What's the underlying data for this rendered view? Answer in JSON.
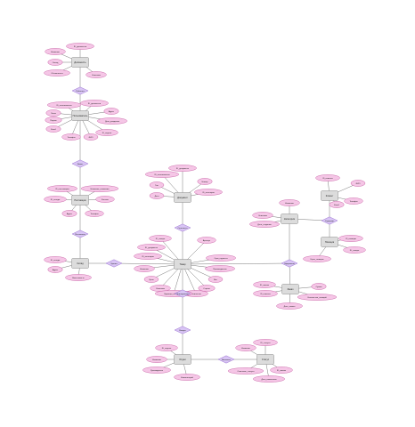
{
  "entities": [
    {
      "id": "e_empl",
      "label": "Должность"
    },
    {
      "id": "e_user",
      "label": "Пользователь"
    },
    {
      "id": "e_prov",
      "label": "Поставщик"
    },
    {
      "id": "e_sklad",
      "label": "Склад"
    },
    {
      "id": "e_tovar",
      "label": "Товар"
    },
    {
      "id": "e_doc",
      "label": "Документ"
    },
    {
      "id": "e_kat",
      "label": "Категория"
    },
    {
      "id": "e_klient",
      "label": "Клиент"
    },
    {
      "id": "e_zakaz",
      "label": "Заказ"
    },
    {
      "id": "e_pos",
      "label": "Позиция"
    },
    {
      "id": "e_otd",
      "label": "Отдел"
    },
    {
      "id": "e_stat",
      "label": "Статус"
    }
  ],
  "relations": [
    {
      "id": "r1",
      "label": "Работает"
    },
    {
      "id": "r2",
      "label": "Имеет"
    },
    {
      "id": "r3",
      "label": "Поставляет"
    },
    {
      "id": "r4",
      "label": "Хранит"
    },
    {
      "id": "r5",
      "label": "Относится"
    },
    {
      "id": "r6",
      "label": "Оформляет"
    },
    {
      "id": "r7",
      "label": "Содержит"
    },
    {
      "id": "r8",
      "label": "Входит"
    },
    {
      "id": "r9",
      "label": "Включает"
    },
    {
      "id": "r10",
      "label": "Принадлежит"
    }
  ],
  "attributes": [
    {
      "id": "a1",
      "label": "ID_должности"
    },
    {
      "id": "a2",
      "label": "Название"
    },
    {
      "id": "a3",
      "label": "Оклад"
    },
    {
      "id": "a4",
      "label": "Обязанности"
    },
    {
      "id": "a5",
      "label": "Описание"
    },
    {
      "id": "a6",
      "label": "ID_пользователя"
    },
    {
      "id": "a7",
      "label": "ID_должности"
    },
    {
      "id": "a8",
      "label": "Логин"
    },
    {
      "id": "a9",
      "label": "Пароль"
    },
    {
      "id": "a10",
      "label": "Email"
    },
    {
      "id": "a11",
      "label": "Телефон"
    },
    {
      "id": "a12",
      "label": "ФИО"
    },
    {
      "id": "a13",
      "label": "Адрес"
    },
    {
      "id": "a14",
      "label": "Дата_рождения"
    },
    {
      "id": "a15",
      "label": "ID_отдела"
    },
    {
      "id": "a16",
      "label": "ID_поставщика"
    },
    {
      "id": "a17",
      "label": "Название_компании"
    },
    {
      "id": "a18",
      "label": "Контакт"
    },
    {
      "id": "a19",
      "label": "Адрес"
    },
    {
      "id": "a20",
      "label": "Телефон"
    },
    {
      "id": "a21",
      "label": "ID_склада"
    },
    {
      "id": "a22",
      "label": "Адрес"
    },
    {
      "id": "a23",
      "label": "Вместимость"
    },
    {
      "id": "a24",
      "label": "ID_склада"
    },
    {
      "id": "a25",
      "label": "ID_товара"
    },
    {
      "id": "a26",
      "label": "ID_документа"
    },
    {
      "id": "a27",
      "label": "ID_категории"
    },
    {
      "id": "a28",
      "label": "Название"
    },
    {
      "id": "a29",
      "label": "Цена"
    },
    {
      "id": "a30",
      "label": "Описание"
    },
    {
      "id": "a31",
      "label": "Количество"
    },
    {
      "id": "a32",
      "label": "Единица_измерения"
    },
    {
      "id": "a33",
      "label": "Артикул"
    },
    {
      "id": "a34",
      "label": "Срок_годности"
    },
    {
      "id": "a35",
      "label": "Производитель"
    },
    {
      "id": "a36",
      "label": "Вес"
    },
    {
      "id": "a37",
      "label": "Страна"
    },
    {
      "id": "a38",
      "label": "ID_документа"
    },
    {
      "id": "a39",
      "label": "ID_пользователя"
    },
    {
      "id": "a40",
      "label": "Тип"
    },
    {
      "id": "a41",
      "label": "Дата"
    },
    {
      "id": "a42",
      "label": "Номер"
    },
    {
      "id": "a43",
      "label": "ID_категории"
    },
    {
      "id": "a44",
      "label": "Название"
    },
    {
      "id": "a45",
      "label": "Описание"
    },
    {
      "id": "a46",
      "label": "Дата_создания"
    },
    {
      "id": "a47",
      "label": "ID_клиента"
    },
    {
      "id": "a48",
      "label": "ФИО"
    },
    {
      "id": "a49",
      "label": "Телефон"
    },
    {
      "id": "a50",
      "label": "Email"
    },
    {
      "id": "a51",
      "label": "ID_заказа"
    },
    {
      "id": "a52",
      "label": "ID_клиента"
    },
    {
      "id": "a53",
      "label": "Дата_заказа"
    },
    {
      "id": "a54",
      "label": "Сумма"
    },
    {
      "id": "a55",
      "label": "ID_позиции"
    },
    {
      "id": "a56",
      "label": "ID_товара"
    },
    {
      "id": "a57",
      "label": "Количество_позиций"
    },
    {
      "id": "a58",
      "label": "Цена_позиции"
    },
    {
      "id": "a59",
      "label": "ID_отдела"
    },
    {
      "id": "a60",
      "label": "Название"
    },
    {
      "id": "a61",
      "label": "Руководитель"
    },
    {
      "id": "a62",
      "label": "ID_статуса"
    },
    {
      "id": "a63",
      "label": "Название"
    },
    {
      "id": "a64",
      "label": "Описание_статуса"
    },
    {
      "id": "a65",
      "label": "ID_заказа"
    },
    {
      "id": "a66",
      "label": "Дата_изменения"
    },
    {
      "id": "a67",
      "label": "Комментарий"
    }
  ],
  "colors": {
    "entity_fill": "#dcdcdc",
    "entity_stroke": "#888888",
    "attr_fill": "#f5c6e6",
    "attr_stroke": "#c0509a",
    "rel_fill": "#d8c4f4",
    "rel_stroke": "#8a5cc8",
    "line": "#555555"
  }
}
